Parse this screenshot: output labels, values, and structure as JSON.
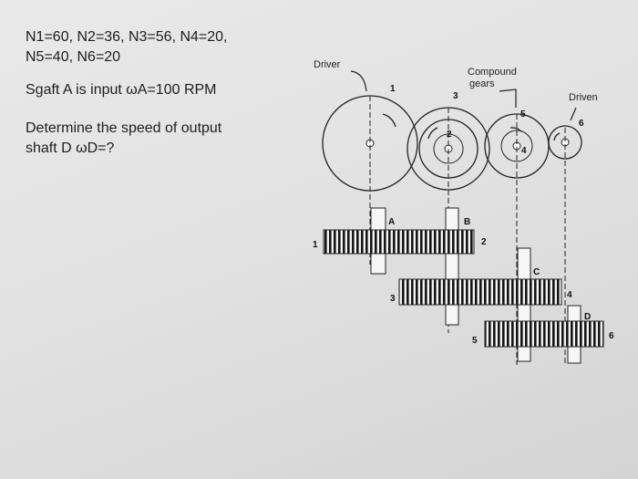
{
  "problem": {
    "line1": "N1=60, N2=36, N3=56, N4=20,",
    "line2": "N5=40, N6=20",
    "line3": "Sgaft A is input ωA=100 RPM",
    "line4": "Determine the speed of output",
    "line5": "shaft D ωD=?"
  },
  "figure": {
    "driver": "Driver",
    "compound": "Compound",
    "gears": "gears",
    "driven": "Driven",
    "gear_numbers": [
      "1",
      "2",
      "3",
      "4",
      "5",
      "6"
    ],
    "shafts": [
      "A",
      "B",
      "C",
      "D"
    ],
    "side_numbers": [
      "1",
      "2",
      "3",
      "4",
      "5",
      "6"
    ]
  }
}
